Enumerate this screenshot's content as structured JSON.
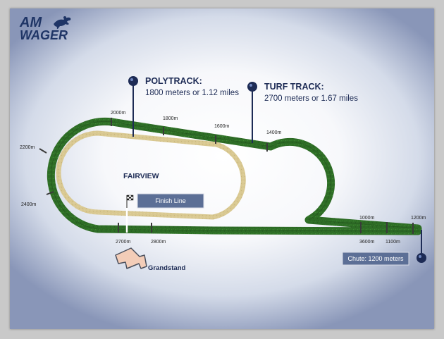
{
  "logo": {
    "line1": "AM",
    "line2": "WAGER"
  },
  "venue_label": "FAIRVIEW",
  "polytrack": {
    "title": "POLYTRACK:",
    "detail": "1800 meters or 1.12 miles"
  },
  "turf": {
    "title": "TURF TRACK:",
    "detail": "2700 meters or 1.67 miles"
  },
  "finish_line_label": "Finish Line",
  "chute_label": "Chute: 1200 meters",
  "grandstand_label": "Grandstand",
  "distance_markers": {
    "m2000": "2000m",
    "m1800": "1800m",
    "m1600": "1600m",
    "m1400": "1400m",
    "m2200": "2200m",
    "m2400": "2400m",
    "m2700": "2700m",
    "m2800": "2800m",
    "m1000": "1000m",
    "m3600": "3600m",
    "m1100": "1100m",
    "m1200": "1200m"
  },
  "colors": {
    "turf_green": "#2c6a25",
    "turf_edge": "#234f1d",
    "polytrack_sand": "#d9c891",
    "navy": "#1d2b55",
    "box_fill": "#5c6f96",
    "grandstand_fill": "#f3cdb8"
  }
}
